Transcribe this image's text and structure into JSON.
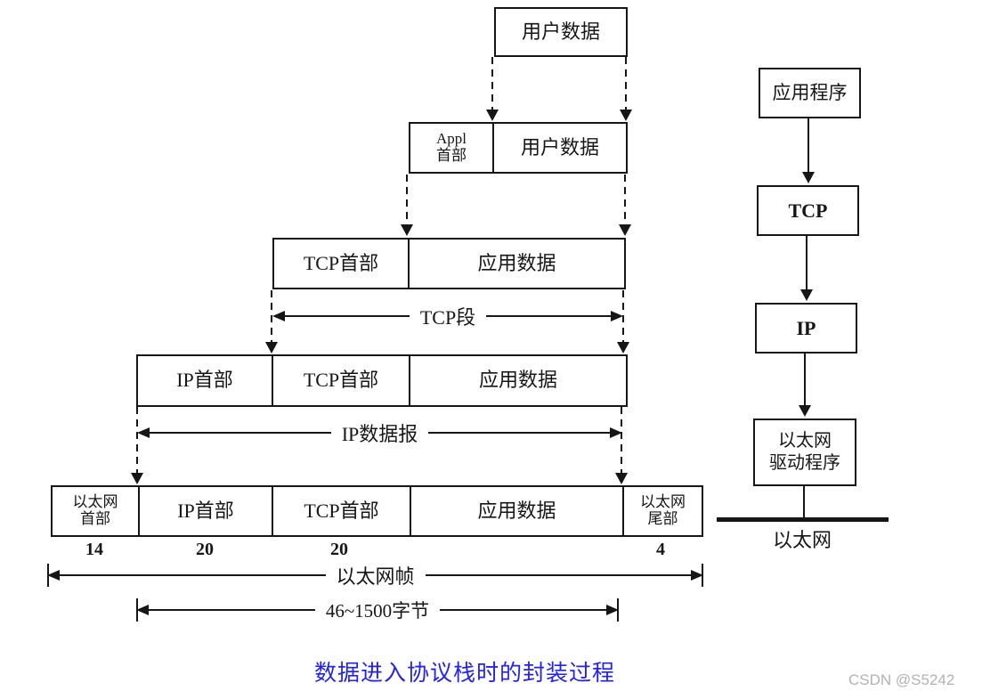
{
  "colors": {
    "ink": "#161616",
    "caption": "#2222ee",
    "watermark": "#b2b2b2"
  },
  "rows": [
    {
      "name": "user-data",
      "cells": [
        {
          "label": "用户数据"
        }
      ]
    },
    {
      "name": "appl-message",
      "cells": [
        {
          "line1": "Appl",
          "line2": "首部"
        },
        {
          "label": "用户数据"
        }
      ]
    },
    {
      "name": "tcp-segment",
      "cells": [
        {
          "label": "TCP首部"
        },
        {
          "label": "应用数据"
        }
      ]
    },
    {
      "name": "ip-datagram",
      "cells": [
        {
          "label": "IP首部"
        },
        {
          "label": "TCP首部"
        },
        {
          "label": "应用数据"
        }
      ]
    },
    {
      "name": "ethernet-frame",
      "cells": [
        {
          "line1": "以太网",
          "line2": "首部"
        },
        {
          "label": "IP首部"
        },
        {
          "label": "TCP首部"
        },
        {
          "label": "应用数据"
        },
        {
          "line1": "以太网",
          "line2": "尾部"
        }
      ]
    }
  ],
  "byte_counts": {
    "ethernet_header": "14",
    "ip_header": "20",
    "tcp_header": "20",
    "ethernet_trailer": "4"
  },
  "span_arrows": {
    "tcp_segment": "TCP段",
    "ip_datagram": "IP数据报",
    "ethernet_frame": "以太网帧",
    "payload_range": "46~1500字节"
  },
  "protocol_stack": {
    "application": "应用程序",
    "tcp": "TCP",
    "ip": "IP",
    "driver_line1": "以太网",
    "driver_line2": "驱动程序",
    "network": "以太网"
  },
  "caption": "数据进入协议栈时的封装过程",
  "watermark": "CSDN @S5242"
}
